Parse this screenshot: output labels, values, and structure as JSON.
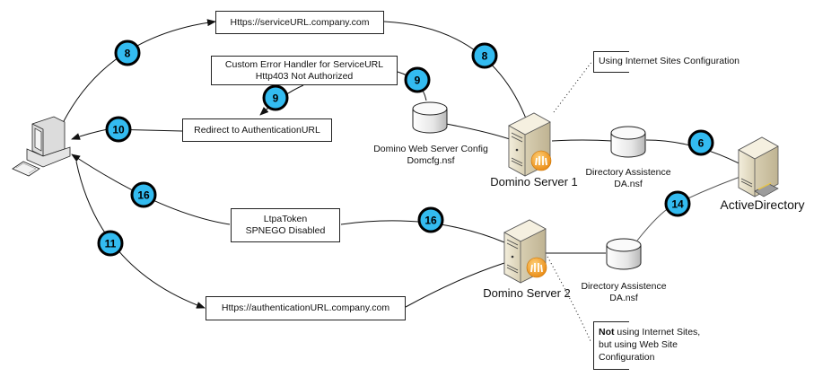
{
  "diagram": {
    "nodes": {
      "client": {
        "icon": "desktop-computer-icon"
      },
      "domino_server_1": {
        "label": "Domino Server 1",
        "icon": "server-icon",
        "badge_icon": "lotus-domino-icon"
      },
      "domino_server_2": {
        "label": "Domino Server 2",
        "icon": "server-icon",
        "badge_icon": "lotus-domino-icon"
      },
      "active_directory": {
        "label": "ActiveDirectory",
        "icon": "server-keyboard-icon"
      },
      "domcfg_db": {
        "label_line1": "Domino Web Server Config",
        "label_line2": "Domcfg.nsf",
        "icon": "database-icon"
      },
      "da_db_1": {
        "label_line1": "Directory Assistence",
        "label_line2": "DA.nsf",
        "icon": "database-icon"
      },
      "da_db_2": {
        "label_line1": "Directory Assistence",
        "label_line2": "DA.nsf",
        "icon": "database-icon"
      }
    },
    "boxes": {
      "service_url": "Https://serviceURL.company.com",
      "custom_error_line1": "Custom Error Handler for ServiceURL",
      "custom_error_line2": "Http403 Not Authorized",
      "redirect": "Redirect to AuthenticationURL",
      "ltpa_line1": "LtpaToken",
      "ltpa_line2": "SPNEGO Disabled",
      "auth_url": "Https://authenticationURL.company.com"
    },
    "notes": {
      "internet_sites": "Using Internet Sites Configuration",
      "web_site_bold": "Not",
      "web_site_line1_rest": " using Internet Sites,",
      "web_site_line2": "but using Web Site",
      "web_site_line3": "Configuration"
    },
    "steps": [
      {
        "id": "step-8a",
        "number": "8"
      },
      {
        "id": "step-8b",
        "number": "8"
      },
      {
        "id": "step-9a",
        "number": "9"
      },
      {
        "id": "step-9b",
        "number": "9"
      },
      {
        "id": "step-10",
        "number": "10"
      },
      {
        "id": "step-6",
        "number": "6"
      },
      {
        "id": "step-16a",
        "number": "16"
      },
      {
        "id": "step-16b",
        "number": "16"
      },
      {
        "id": "step-14",
        "number": "14"
      },
      {
        "id": "step-11",
        "number": "11"
      }
    ],
    "colors": {
      "badge_fill": "#33bbf0",
      "badge_stroke": "#000000",
      "line": "#111111",
      "server_body": "#e9e2cc",
      "domino_orange": "#f5a623"
    }
  }
}
